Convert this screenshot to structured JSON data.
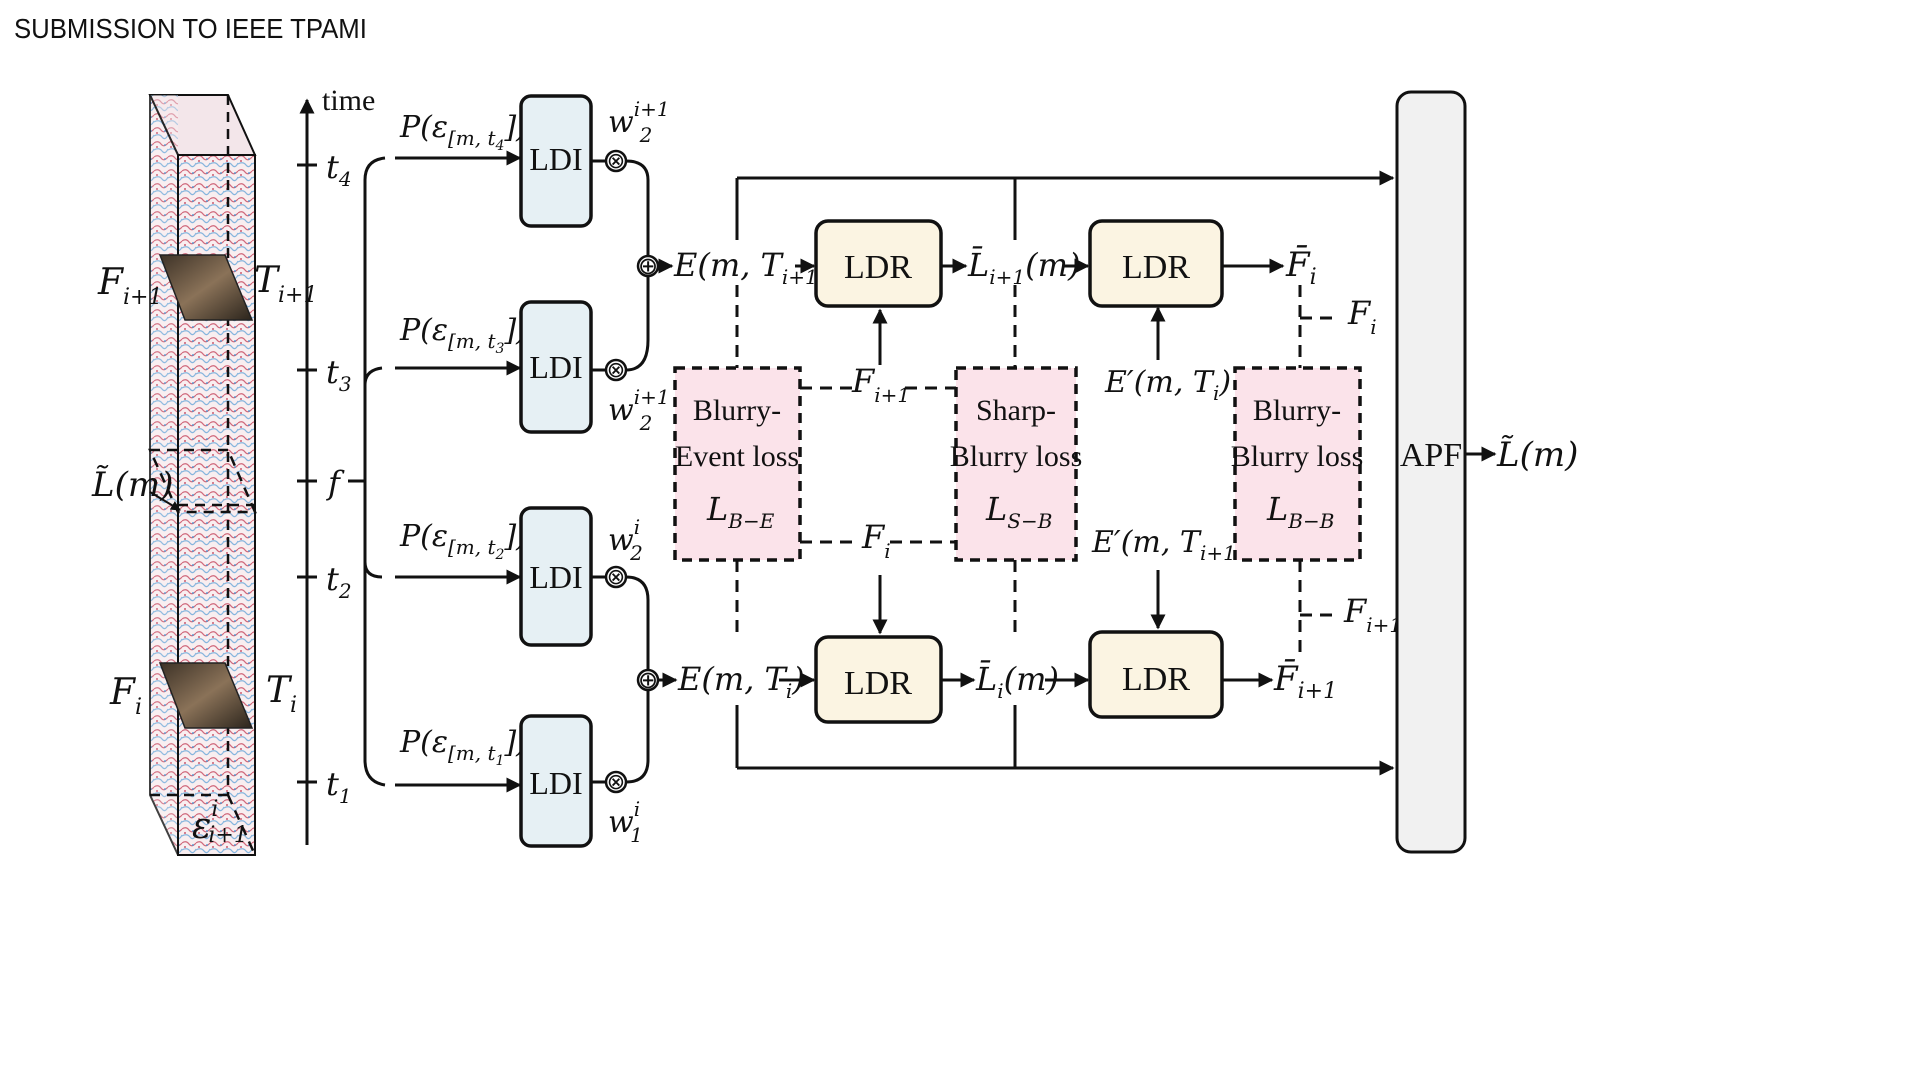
{
  "header": {
    "title": "SUBMISSION TO IEEE TPAMI"
  },
  "time_axis": {
    "label": "time",
    "ticks": [
      {
        "name": "t4",
        "label": "t",
        "sub": "4"
      },
      {
        "name": "t3",
        "label": "t",
        "sub": "3"
      },
      {
        "name": "f",
        "label": "f",
        "sub": ""
      },
      {
        "name": "t2",
        "label": "t",
        "sub": "2"
      },
      {
        "name": "t1",
        "label": "t",
        "sub": "1"
      }
    ]
  },
  "volume": {
    "frame_top": {
      "main": "F",
      "sub": "i+1"
    },
    "interval_top": {
      "main": "T",
      "sub": "i+1"
    },
    "latent": "L̃(m)",
    "frame_bottom": {
      "main": "F",
      "sub": "i"
    },
    "interval_bottom": {
      "main": "T",
      "sub": "i"
    },
    "events": {
      "main": "ε",
      "sup": "i",
      "sub": "i+1"
    }
  },
  "ldi_blocks": [
    {
      "label": "LDI",
      "input": {
        "prefix": "P(ε",
        "sub": "[m, t",
        "sub2": "4",
        "suffix": "])"
      },
      "weight": {
        "main": "w",
        "sup": "i+1",
        "sub": "2"
      }
    },
    {
      "label": "LDI",
      "input": {
        "prefix": "P(ε",
        "sub": "[m, t",
        "sub2": "3",
        "suffix": "])"
      },
      "weight": {
        "main": "w",
        "sup": "i+1",
        "sub": "2"
      }
    },
    {
      "label": "LDI",
      "input": {
        "prefix": "P(ε",
        "sub": "[m, t",
        "sub2": "2",
        "suffix": "])"
      },
      "weight": {
        "main": "w",
        "sup": "i",
        "sub": "2"
      }
    },
    {
      "label": "LDI",
      "input": {
        "prefix": "P(ε",
        "sub": "[m, t",
        "sub2": "1",
        "suffix": "])"
      },
      "weight": {
        "main": "w",
        "sup": "i",
        "sub": "1"
      }
    }
  ],
  "operators": {
    "multiply": "⊗",
    "add": "⊕"
  },
  "sums": {
    "top": {
      "main": "E(m, T",
      "sub": "i+1",
      "close": ")"
    },
    "bottom": {
      "main": "E(m, T",
      "sub": "i",
      "close": ")"
    }
  },
  "ldr_blocks": {
    "label": "LDR"
  },
  "intermediates": {
    "l_top": {
      "main": "L̄",
      "sub": "i+1",
      "close": "(m)"
    },
    "l_bottom": {
      "main": "L̄",
      "sub": "i",
      "close": "(m)"
    },
    "f_top": {
      "main": "F̄",
      "sub": "i"
    },
    "f_bottom": {
      "main": "F̄",
      "sub": "i+1"
    },
    "e_prime_top": {
      "main": "E′(m, T",
      "sub": "i",
      "close": ")"
    },
    "e_prime_bottom": {
      "main": "E′(m, T",
      "sub": "i+1",
      "close": ")"
    },
    "f_mid_top": {
      "main": "F",
      "sub": "i+1"
    },
    "f_mid_bottom": {
      "main": "F",
      "sub": "i"
    },
    "f_right_top": {
      "main": "F",
      "sub": "i"
    },
    "f_right_bottom": {
      "main": "F",
      "sub": "i+1"
    }
  },
  "losses": [
    {
      "line1": "Blurry-",
      "line2": "Event loss",
      "sym": "L",
      "sub": "B−E"
    },
    {
      "line1": "Sharp-",
      "line2": "Blurry loss",
      "sym": "L",
      "sub": "S−B"
    },
    {
      "line1": "Blurry-",
      "line2": "Blurry loss",
      "sym": "L",
      "sub": "B−B"
    }
  ],
  "apf": {
    "label": "APF",
    "output": "L̃(m)"
  },
  "colors": {
    "ldi_fill": "#e6f0f4",
    "ldr_fill": "#fbf4e2",
    "loss_fill": "#fbe3ea",
    "apf_fill": "#f1f1f1",
    "volume_red": "#c0304a",
    "volume_blue": "#3b8fd0"
  }
}
